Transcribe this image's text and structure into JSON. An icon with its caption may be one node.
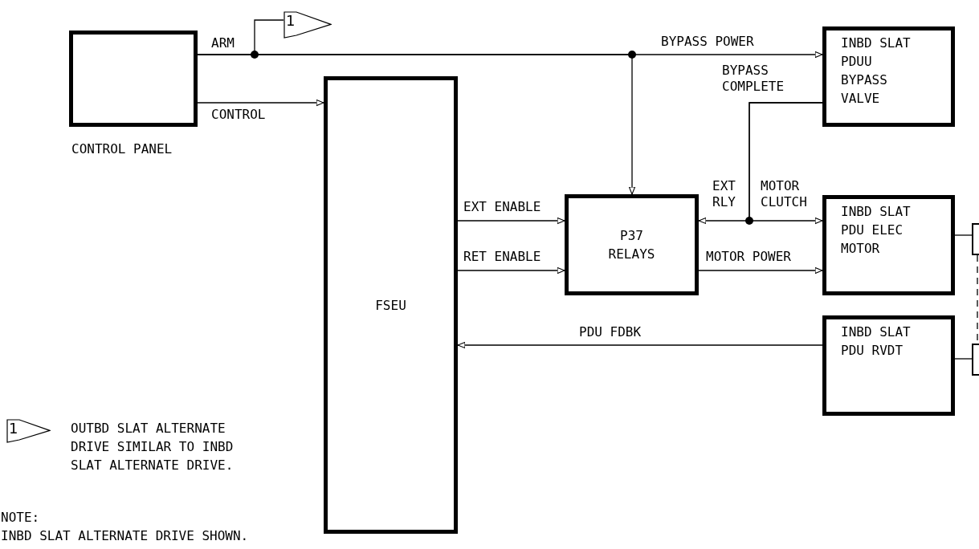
{
  "diagram": {
    "nodes": [
      {
        "text": [],
        "shape": "box",
        "beside": [
          "CONTROL PANEL"
        ]
      },
      {
        "text": [
          "FSEU"
        ]
      },
      {
        "text": [
          "P37 RELAYS"
        ]
      },
      {
        "text": [
          "INBD SLAT PDUU BYPASS VALVE"
        ]
      },
      {
        "text": [
          "INBD SLAT PDU ELEC MOTOR"
        ]
      },
      {
        "text": [
          "INBD SLAT PDU RVDT"
        ]
      },
      {
        "text": [
          "1"
        ]
      },
      {
        "text": [
          "1"
        ],
        "beside": [
          "OUTBD SLAT ALTERNATE DRIVE SIMILAR TO INBD SLAT ALTERNATE DRIVE."
        ]
      },
      {
        "text": [],
        "shape": "box"
      },
      {
        "text": [],
        "shape": "box"
      }
    ],
    "edges": [
      {
        "from": 0,
        "to": 1,
        "arrow": "to",
        "label": "CONTROL"
      },
      {
        "from": 0,
        "to": 3,
        "arrow": "to",
        "label": "BYPASS POWER"
      },
      {
        "from": 0,
        "to": 2,
        "arrow": "to"
      },
      {
        "from": 0,
        "to": 6,
        "arrow": "none"
      },
      {
        "from": 1,
        "to": 2,
        "arrow": "to",
        "label": "EXT ENABLE"
      },
      {
        "from": 1,
        "to": 2,
        "arrow": "to",
        "label": "RET ENABLE"
      },
      {
        "from": 2,
        "to": 4,
        "arrow": "to",
        "label": "MOTOR POWER"
      },
      {
        "from": 3,
        "to": 2,
        "arrow": "to",
        "label": "EXT RLY"
      },
      {
        "from": 3,
        "to": 4,
        "arrow": "to",
        "label": "MOTOR CLUTCH"
      },
      {
        "from": 5,
        "to": 1,
        "arrow": "to",
        "label": "PDU FDBK"
      },
      {
        "from": 4,
        "to": 8,
        "arrow": "none"
      },
      {
        "from": 5,
        "to": 9,
        "arrow": "none"
      },
      {
        "from": 8,
        "to": 9,
        "arrow": "none",
        "style": "dashed"
      }
    ],
    "labels": [
      "ARM",
      "BYPASS COMPLETE",
      "NOTE:",
      "INBD SLAT ALTERNATE DRIVE SHOWN."
    ]
  }
}
